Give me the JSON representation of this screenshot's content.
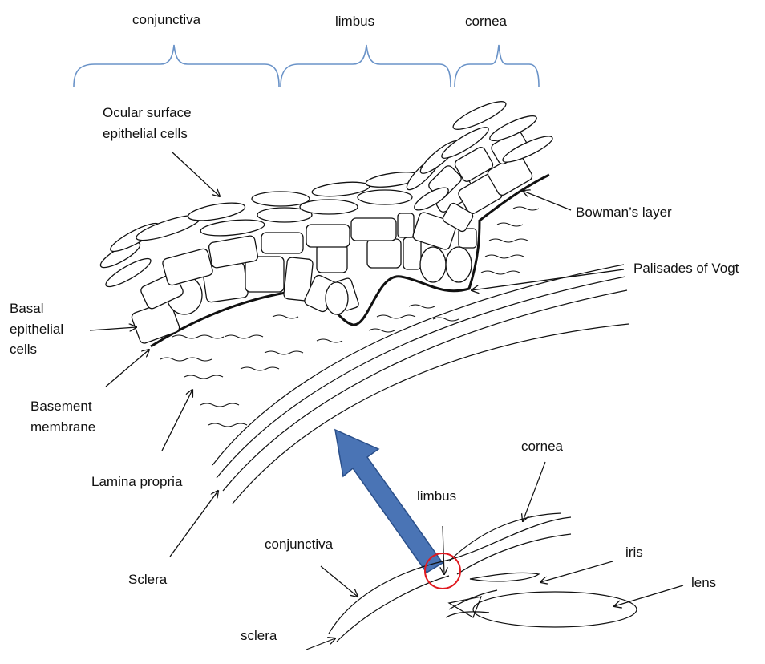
{
  "diagram": {
    "top_regions": {
      "conjunctiva": "conjunctiva",
      "limbus": "limbus",
      "cornea": "cornea"
    },
    "labels": {
      "ocular_surface": "Ocular surface\nepithelial cells",
      "bowmans_layer": "Bowman’s layer",
      "palisades": "Palisades of Vogt",
      "basal": "Basal\nepithelial\ncells",
      "basement": "Basement\nmembrane",
      "lamina": "Lamina propria",
      "sclera_main": "Sclera"
    },
    "eye_inset": {
      "cornea": "cornea",
      "limbus": "limbus",
      "iris": "iris",
      "lens": "lens",
      "conjunctiva": "conjunctiva",
      "sclera": "sclera"
    },
    "colors": {
      "bracket": "#6a93c8",
      "arrow_fill": "#4a74b5",
      "arrow_stroke": "#2a4f8a",
      "circle": "#e0191f",
      "ink": "#111111"
    }
  }
}
